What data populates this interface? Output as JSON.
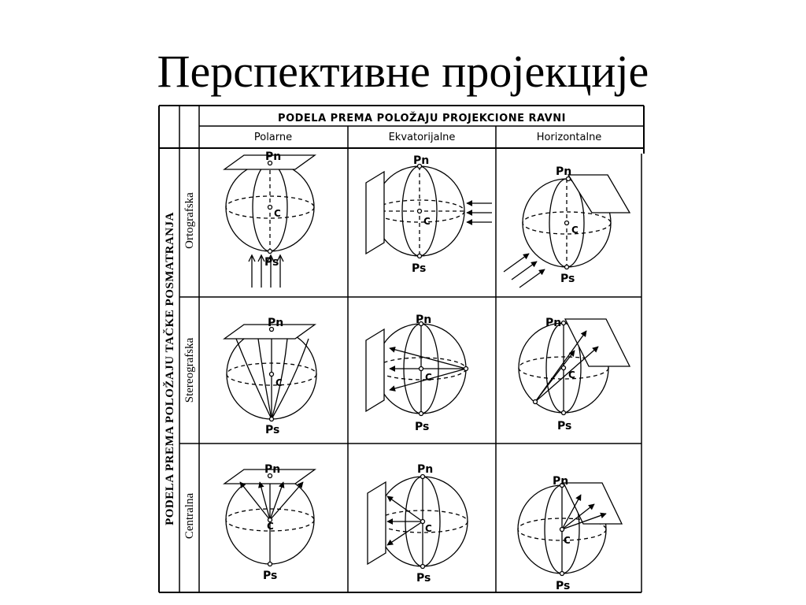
{
  "slide": {
    "title": "Перспективне пројекције"
  },
  "table": {
    "top_header": "PODELA PREMA POLOŽAJU PROJEKCIONE RAVNI",
    "columns": [
      "Polarne",
      "Ekvatorijalne",
      "Horizontalne"
    ],
    "side_header": "PODELA PREMA POLOŽAJU TAČKE POSMATRANJA",
    "rows": [
      "Ortografska",
      "Stereografska",
      "Centralna"
    ]
  },
  "labels": {
    "north_pole": "Pn",
    "south_pole": "Ps",
    "center": "C"
  }
}
